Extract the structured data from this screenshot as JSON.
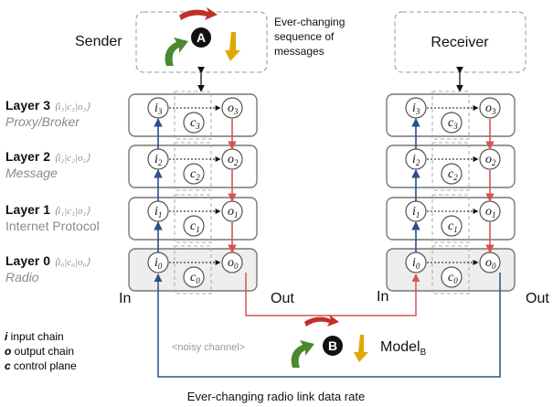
{
  "sender": {
    "label": "Sender",
    "badge": "A",
    "note_line1": "Ever-changing",
    "note_line2": "sequence of",
    "note_line3": "messages"
  },
  "receiver": {
    "label": "Receiver"
  },
  "layers": [
    {
      "title_bold": "Layer 3",
      "tuple": "⟨i₃|c₃|o₃⟩",
      "subtitle": "Proxy/Broker",
      "subtitle_italic": true,
      "i": "i",
      "c": "c",
      "o": "o",
      "idx": "3"
    },
    {
      "title_bold": "Layer 2",
      "tuple": "⟨i₂|c₂|o₂⟩",
      "subtitle": "Message",
      "subtitle_italic": true,
      "i": "i",
      "c": "c",
      "o": "o",
      "idx": "2"
    },
    {
      "title_bold": "Layer 1",
      "tuple": "⟨i₁|c₁|o₁⟩",
      "subtitle": "Internet Protocol",
      "subtitle_italic": false,
      "i": "i",
      "c": "c",
      "o": "o",
      "idx": "1"
    },
    {
      "title_bold": "Layer 0",
      "tuple": "⟨i₀|c₀|o₀⟩",
      "subtitle": "Radio",
      "subtitle_italic": true,
      "i": "i",
      "c": "c",
      "o": "o",
      "idx": "0"
    }
  ],
  "io": {
    "in_left": "In",
    "out_left": "Out",
    "in_right": "In",
    "out_right": "Out"
  },
  "channel": {
    "label": "<noisy channel>",
    "badge": "B",
    "model": "Model",
    "model_sub": "B",
    "caption": "Ever-changing radio link data rate"
  },
  "legend": [
    {
      "key": "i",
      "text": " input chain"
    },
    {
      "key": "o",
      "text": " output chain"
    },
    {
      "key": "c",
      "text": " control plane"
    }
  ],
  "colors": {
    "up_arrow": "#2b4f8c",
    "down_arrow": "#d9534f",
    "arrow_red": "#c0302a",
    "arrow_green": "#4a8a2e",
    "arrow_yellow": "#e0a800"
  }
}
